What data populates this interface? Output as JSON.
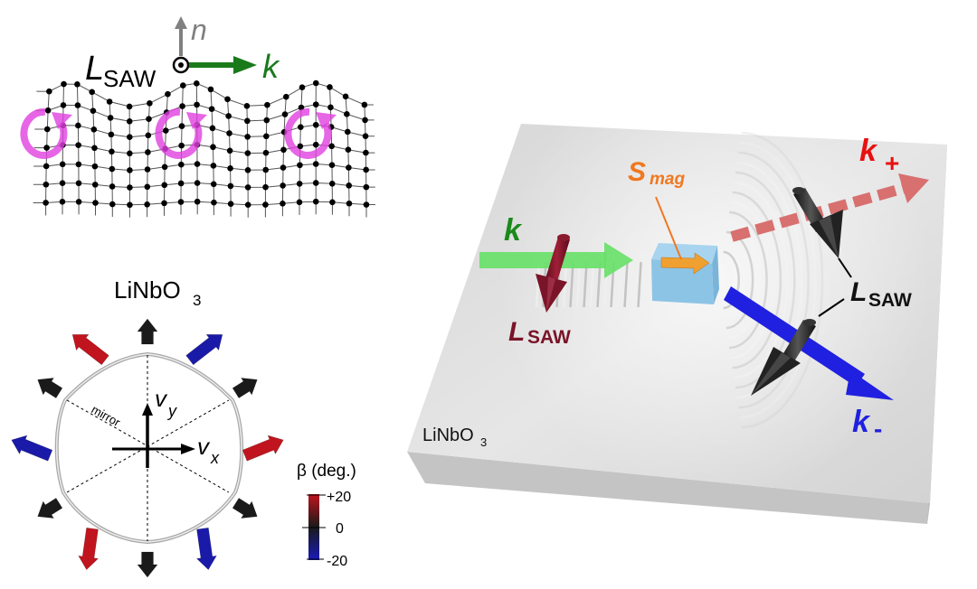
{
  "panel_lattice": {
    "angular_momentum_label": "L",
    "angular_momentum_sub": "SAW",
    "normal_label": "n",
    "wavevector_label": "k",
    "colors": {
      "normal_arrow": "#808080",
      "k_arrow": "#1a7a1a",
      "rotation": "#e040e0",
      "lattice": "#000000"
    }
  },
  "panel_circle": {
    "title_main": "LiNbO",
    "title_sub": "3",
    "mirror_label": "mirror",
    "vy_label": "v",
    "vy_sub": "y",
    "vx_label": "v",
    "vx_sub": "x",
    "colorbar": {
      "title": "β (deg.)",
      "ticks": [
        "+20",
        "0",
        "-20"
      ],
      "range": [
        -20,
        20
      ],
      "colors": {
        "positive": "#c0141e",
        "zero": "#1a1a1a",
        "negative": "#1a1aa8"
      }
    },
    "arrows": [
      {
        "name": "arrow-top",
        "beta_sign": "zero"
      },
      {
        "name": "arrow-top-right",
        "beta_sign": "negative"
      },
      {
        "name": "arrow-right-upper",
        "beta_sign": "zero"
      },
      {
        "name": "arrow-right",
        "beta_sign": "positive"
      },
      {
        "name": "arrow-right-lower",
        "beta_sign": "zero"
      },
      {
        "name": "arrow-bottom-right",
        "beta_sign": "negative"
      },
      {
        "name": "arrow-bottom",
        "beta_sign": "zero"
      },
      {
        "name": "arrow-bottom-left",
        "beta_sign": "positive"
      },
      {
        "name": "arrow-left-lower",
        "beta_sign": "zero"
      },
      {
        "name": "arrow-left",
        "beta_sign": "negative"
      },
      {
        "name": "arrow-left-upper",
        "beta_sign": "zero"
      },
      {
        "name": "arrow-top-left",
        "beta_sign": "positive"
      }
    ]
  },
  "panel_slab": {
    "substrate_main": "LiNbO",
    "substrate_sub": "3",
    "k_in_label": "k",
    "l_saw_in_main": "L",
    "l_saw_in_sub": "SAW",
    "magnet_main": "S",
    "magnet_sub": "mag",
    "k_plus_main": "k",
    "k_plus_sub": "+",
    "k_minus_main": "k",
    "k_minus_sub": "-",
    "l_saw_out_main": "L",
    "l_saw_out_sub": "SAW",
    "colors": {
      "k_in": "#2aa82a",
      "k_in_arrow": "#66e066",
      "l_saw_in": "#7a1428",
      "magnet": "#f07820",
      "magnet_block": "#8cc4e6",
      "k_plus": "#e81010",
      "k_plus_arrow": "#d87070",
      "k_minus": "#2020e0",
      "l_saw_out": "#111111"
    }
  }
}
